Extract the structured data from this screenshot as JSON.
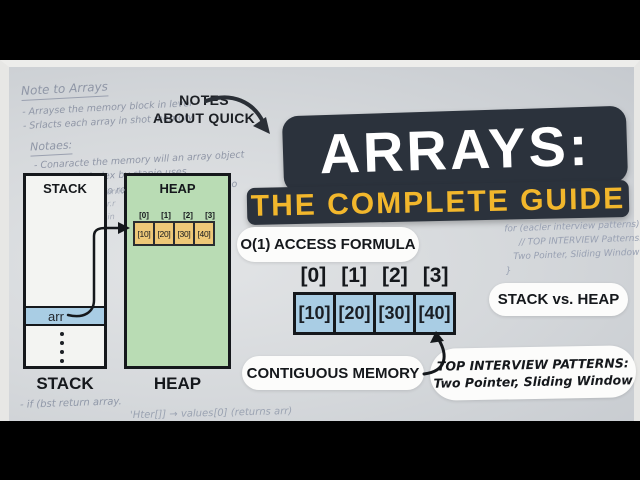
{
  "video": {
    "title_line1": "ARRAYS:",
    "title_line2": "THE COMPLETE GUIDE"
  },
  "callout": {
    "line1": "NOTES",
    "line2": "ABOUT QUICK"
  },
  "handwriting": {
    "top": {
      "title": "Note to Arrays",
      "lines": [
        "- Arrayse the memory block in level",
        "- Srlacts each array in shot memory"
      ],
      "notes_label": "Notaes:",
      "notes_lines": [
        "- Conaracte the memory will an array object",
        "- Twien bin index bv stanie uses",
        "- twin arravlls to reads I mvoed and writeo object"
      ]
    },
    "middle_scribbles": [
      "arriv",
      "r.r",
      "in"
    ],
    "right": {
      "lines": [
        "for (eacler interview patterns)",
        "// TOP INTERVIEW Patterns:",
        "Two Pointer, Sliding Window",
        "}"
      ]
    },
    "bottom": {
      "lines": [
        "- if (bst return array.",
        "'Hter[]] → values[0] (returns arr)"
      ]
    }
  },
  "diagram": {
    "stack": {
      "top_label": "STACK",
      "bottom_label": "STACK",
      "pointer_label": "arr"
    },
    "heap": {
      "top_label": "HEAP",
      "bottom_label": "HEAP",
      "array": {
        "indices": [
          "[0]",
          "[1]",
          "[2]",
          "[3]"
        ],
        "values": [
          "[10]",
          "[20]",
          "[30]",
          "[40]"
        ]
      }
    }
  },
  "main_array": {
    "indices": [
      "[0]",
      "[1]",
      "[2]",
      "[3]"
    ],
    "values": [
      "[10]",
      "[20]",
      "[30]",
      "[40]"
    ]
  },
  "pills": {
    "access_formula": "O(1) ACCESS FORMULA",
    "stack_vs_heap": "STACK vs. HEAP",
    "contiguous_memory": "CONTIGUOUS MEMORY",
    "patterns_line1": "TOP INTERVIEW PATTERNS:",
    "patterns_line2": "Two Pointer, Sliding Window"
  },
  "colors": {
    "badge-bg": "#2b323c",
    "accent-yellow": "#f2b72c",
    "heap-green": "#b9dcb4",
    "cell-blue": "#a9cde4",
    "cell-orange": "#eec878",
    "ink": "#15181c",
    "board-light": "#e2e4e6",
    "board-dark": "#c6cacf",
    "handwriting": "#8f96a6"
  }
}
